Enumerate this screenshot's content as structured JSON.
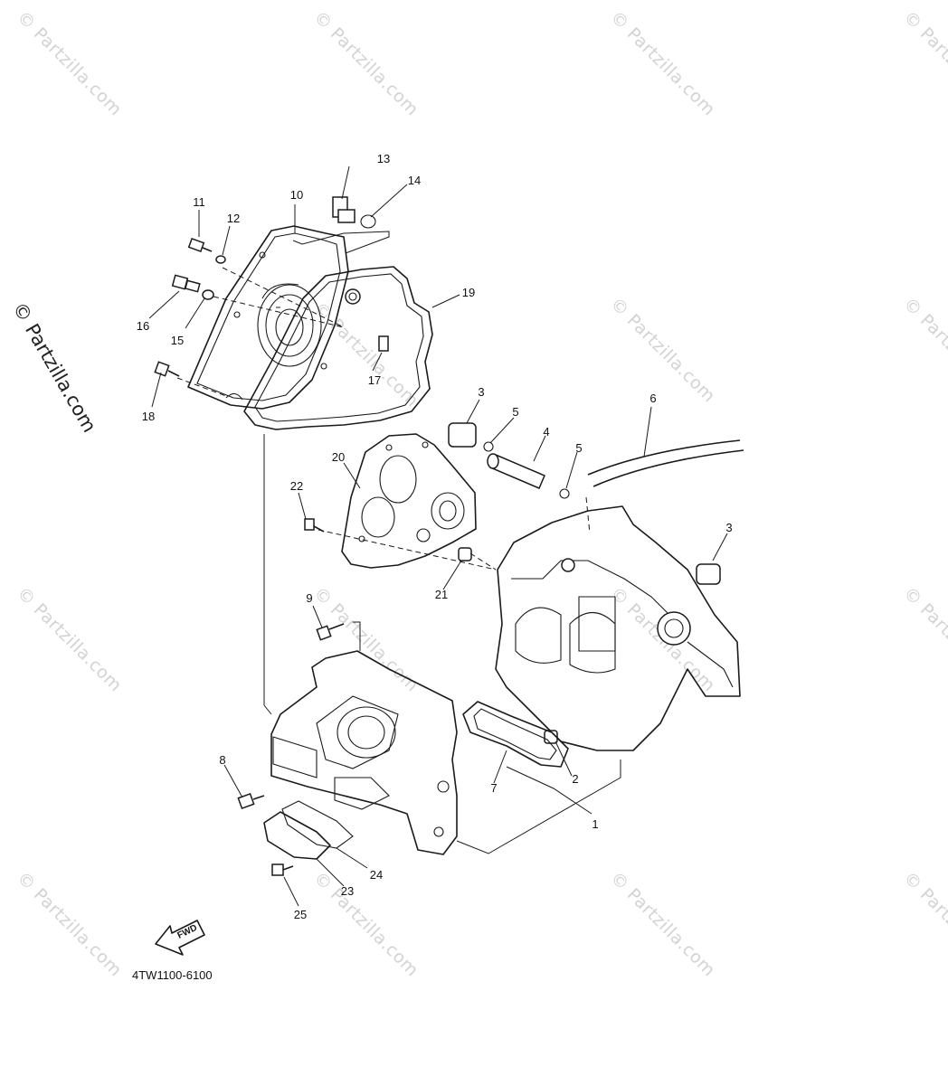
{
  "diagram": {
    "drawing_code": "4TW1100-6100",
    "fwd_label": "FWD",
    "watermark_text": "© Partzilla.com",
    "side_watermark_text": "© Partzilla.com",
    "callouts": [
      {
        "id": "1",
        "label": "1"
      },
      {
        "id": "2",
        "label": "2"
      },
      {
        "id": "3a",
        "label": "3"
      },
      {
        "id": "3b",
        "label": "3"
      },
      {
        "id": "4",
        "label": "4"
      },
      {
        "id": "5a",
        "label": "5"
      },
      {
        "id": "5b",
        "label": "5"
      },
      {
        "id": "6",
        "label": "6"
      },
      {
        "id": "7",
        "label": "7"
      },
      {
        "id": "8",
        "label": "8"
      },
      {
        "id": "9",
        "label": "9"
      },
      {
        "id": "10",
        "label": "10"
      },
      {
        "id": "11",
        "label": "11"
      },
      {
        "id": "12",
        "label": "12"
      },
      {
        "id": "13",
        "label": "13"
      },
      {
        "id": "14",
        "label": "14"
      },
      {
        "id": "15",
        "label": "15"
      },
      {
        "id": "16",
        "label": "16"
      },
      {
        "id": "17",
        "label": "17"
      },
      {
        "id": "18",
        "label": "18"
      },
      {
        "id": "19",
        "label": "19"
      },
      {
        "id": "20",
        "label": "20"
      },
      {
        "id": "21",
        "label": "21"
      },
      {
        "id": "22",
        "label": "22"
      },
      {
        "id": "23",
        "label": "23"
      },
      {
        "id": "24",
        "label": "24"
      },
      {
        "id": "25",
        "label": "25"
      }
    ]
  }
}
